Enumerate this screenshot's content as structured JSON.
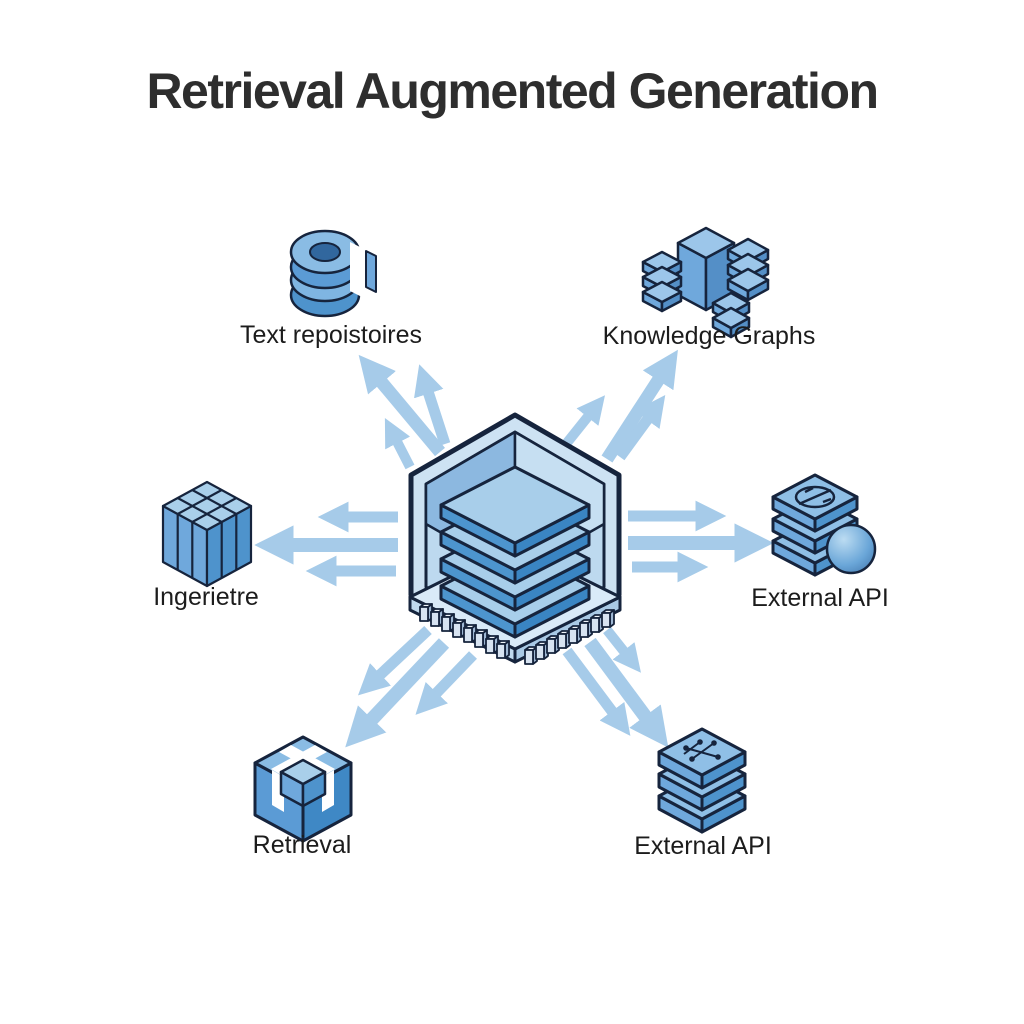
{
  "title": "Retrieval Augmented Generation",
  "palette": {
    "background": "#ffffff",
    "title_color": "#2e2e2e",
    "label_color": "#1c1c1c",
    "outline_navy": "#16243d",
    "arrow_blue": "#a6cbe9",
    "icon_top_light": "#a9cfea",
    "icon_face_light": "#6fa8dc",
    "icon_face_dark": "#4e93cc",
    "chip_shell": "#cde2f3",
    "chip_cavity": "#bdd9ef",
    "chip_platform": "#d9eaf8"
  },
  "center_node": {
    "icon": "hexagon-chip-layer-stack-icon"
  },
  "nodes": [
    {
      "position": "top-left",
      "label": "Text repoistoires",
      "icon": "database-rings-icon"
    },
    {
      "position": "top-right",
      "label": "Knowledge Graphs",
      "icon": "block-towers-icon"
    },
    {
      "position": "middle-left",
      "label": "Ingerietre",
      "icon": "grid-cube-icon"
    },
    {
      "position": "middle-right",
      "label": "External API",
      "icon": "layer-stack-sphere-icon"
    },
    {
      "position": "bottom-left",
      "label": "Retrieval",
      "icon": "nested-cube-icon"
    },
    {
      "position": "bottom-right",
      "label": "External API",
      "icon": "layer-stack-network-icon"
    }
  ],
  "arrows": {
    "per_spoke": 3,
    "direction": "outward-from-center",
    "spokes": 6
  }
}
